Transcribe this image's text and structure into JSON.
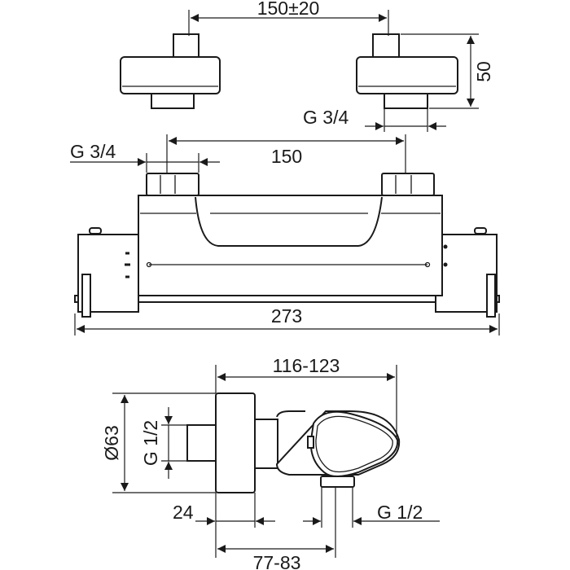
{
  "drawing": {
    "top_view": {
      "spacing_label": "150±20",
      "height_label": "50",
      "thread_label": "G 3/4"
    },
    "front_view": {
      "thread_label": "G 3/4",
      "spacing_label": "150",
      "length_label": "273"
    },
    "side_view": {
      "depth_label": "116-123",
      "diameter_label": "Ø63",
      "inlet_thread_label": "G 1/2",
      "plate_depth_label": "24",
      "outlet_thread_label": "G 1/2",
      "outlet_offset_label": "77-83"
    },
    "colors": {
      "line": "#1a1a1a",
      "background": "#ffffff"
    }
  }
}
